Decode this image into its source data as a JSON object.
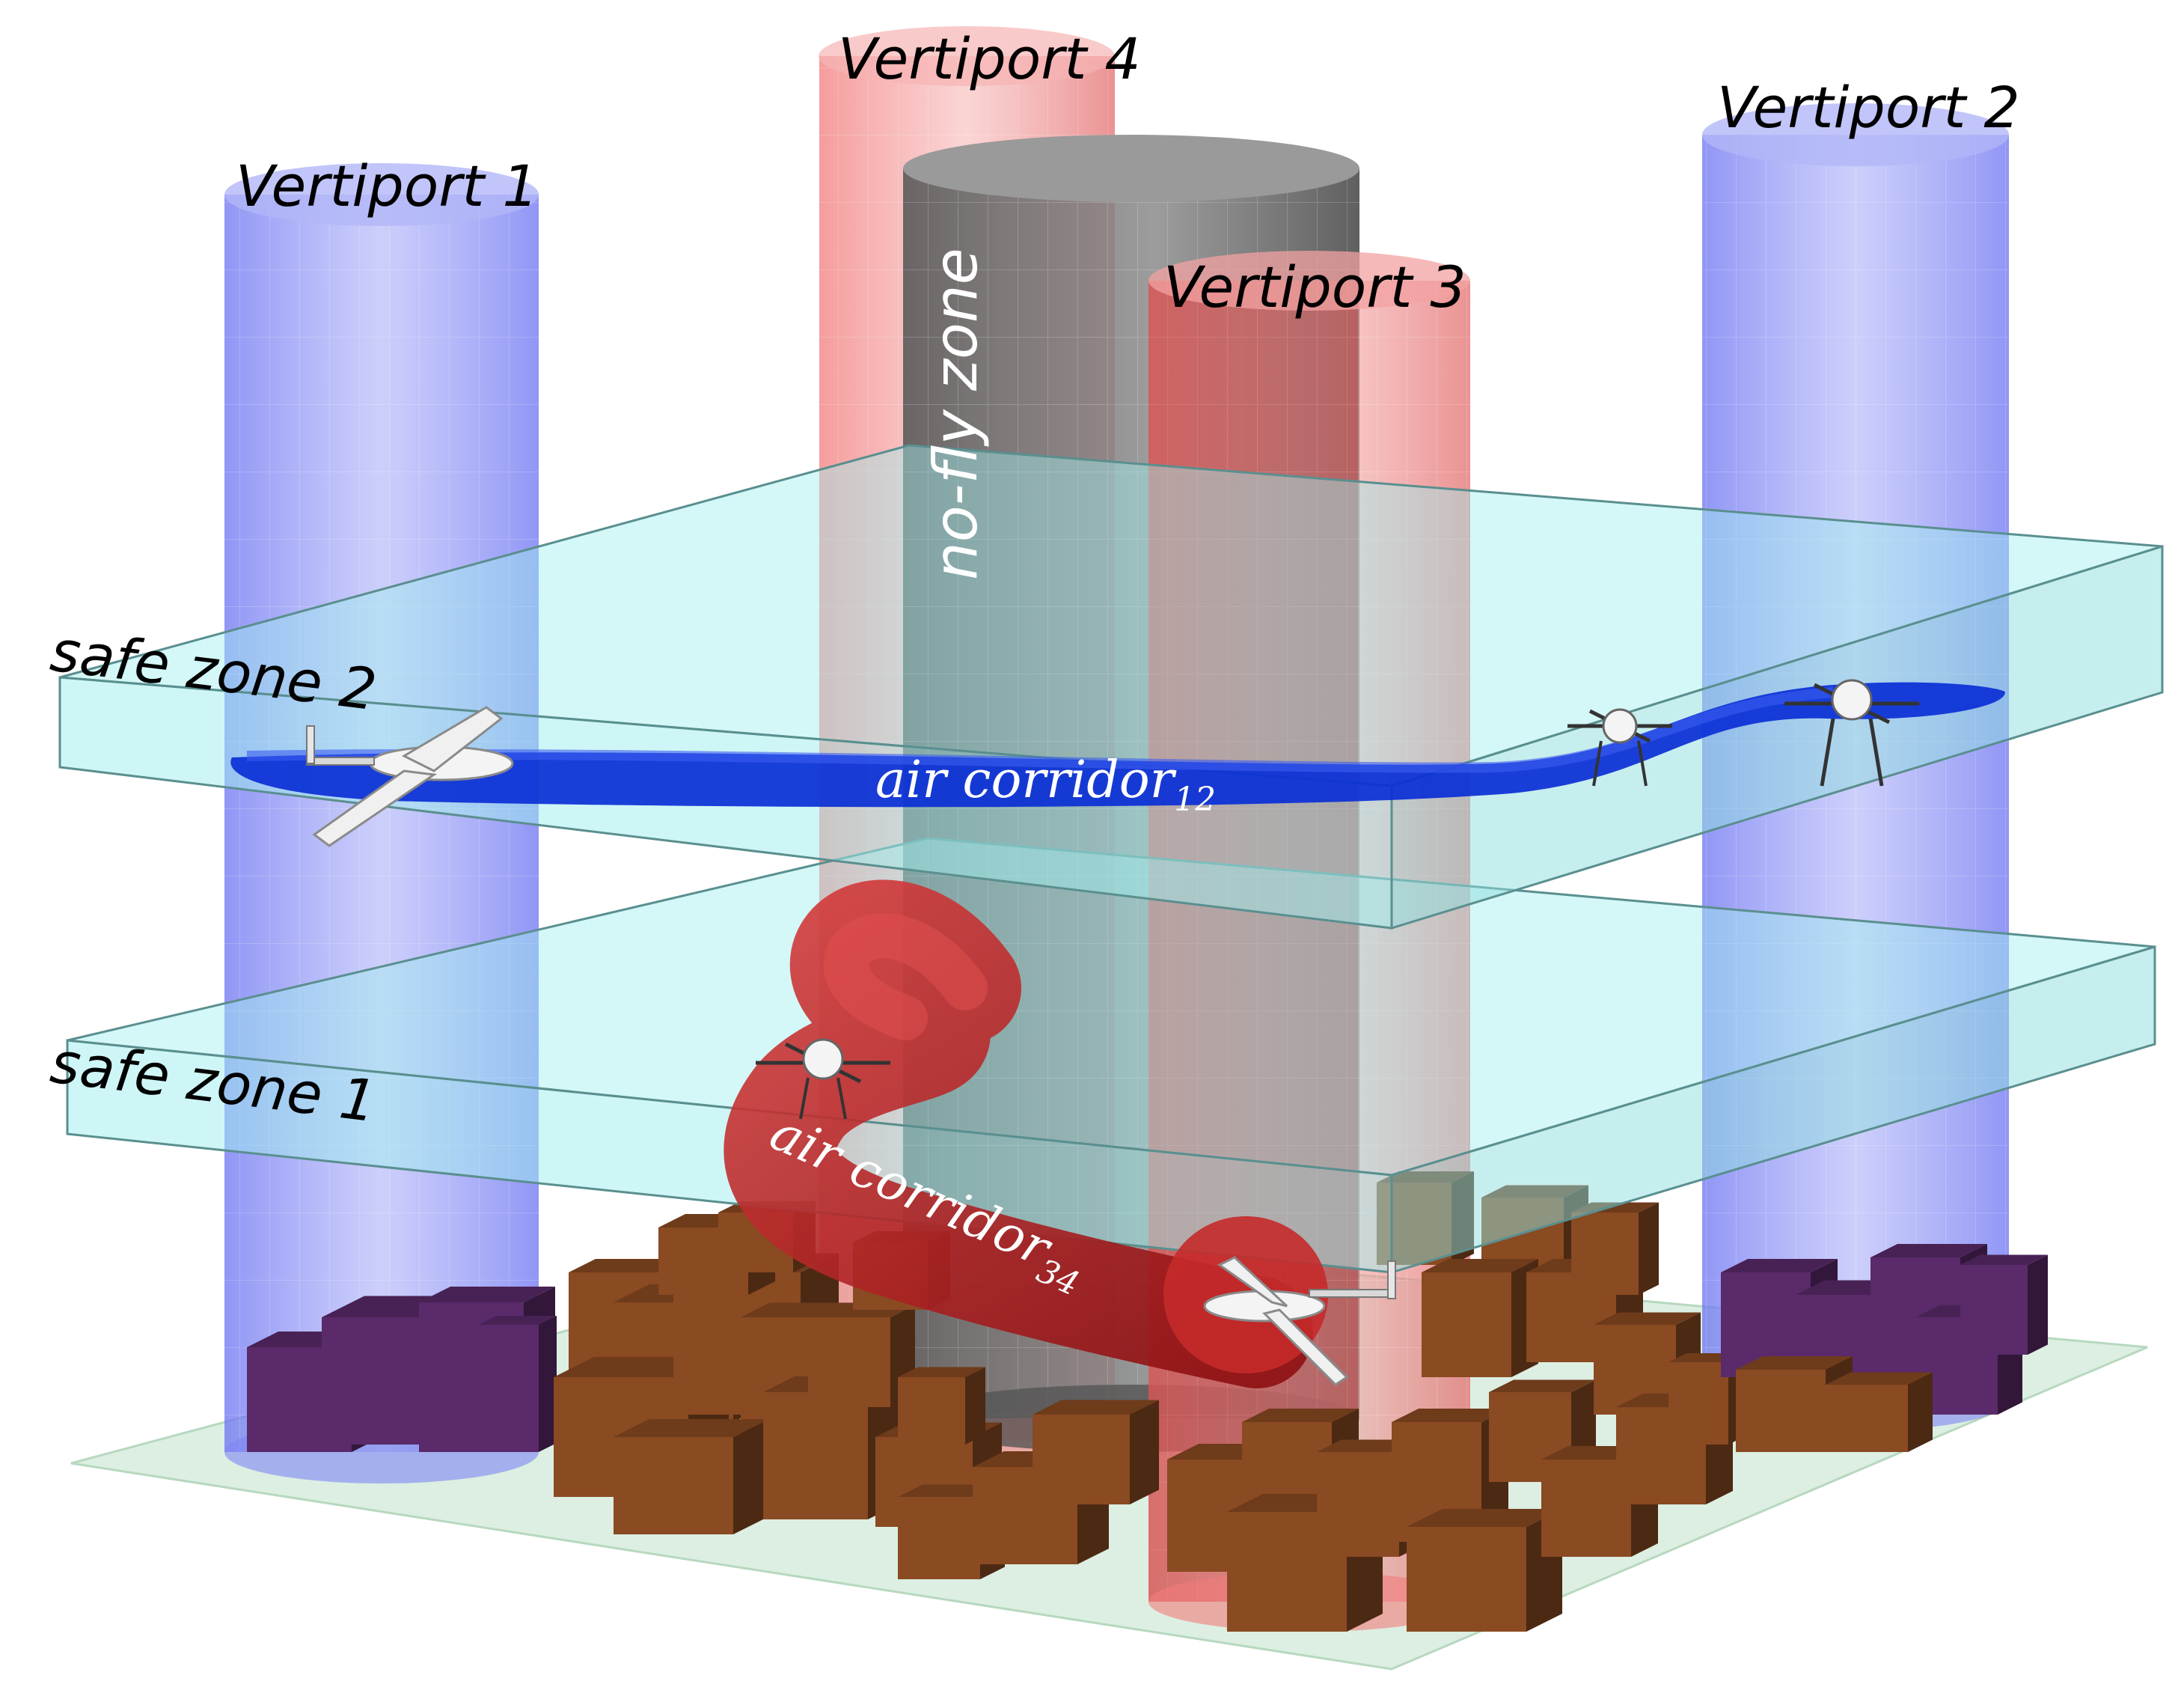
{
  "labels": {
    "vertiport_1": "Vertiport 1",
    "vertiport_2": "Vertiport 2",
    "vertiport_3": "Vertiport 3",
    "vertiport_4": "Vertiport 4",
    "no_fly_zone": "no-fly zone",
    "safe_zone_1": "safe zone 1",
    "safe_zone_2": "safe zone 2",
    "air_corridor_12": {
      "base": "air corridor",
      "sub": "12"
    },
    "air_corridor_34": {
      "base": "air corridor",
      "sub": "34"
    }
  },
  "colors": {
    "vertiport_blue": "#7f86f5",
    "vertiport_red": "#f08a8a",
    "no_fly_gray": "#6f6f6f",
    "safe_zone_cyan": "#9feeee",
    "corridor_blue": "#0a2fd6",
    "corridor_red": "#b3191b",
    "building_brown": "#8a4a22",
    "building_purple": "#5a2a6a",
    "ground_green": "#dcefe2"
  }
}
